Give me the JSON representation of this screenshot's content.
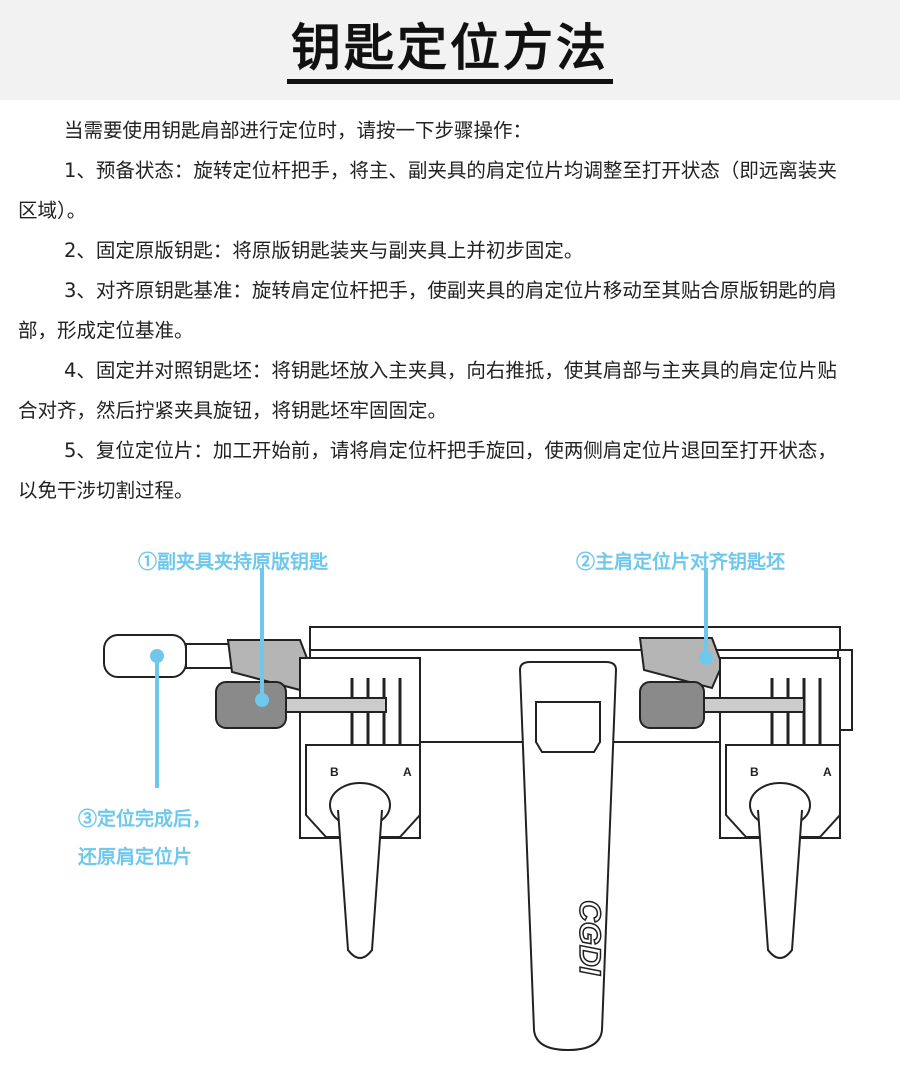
{
  "title": "钥匙定位方法",
  "intro": "当需要使用钥匙肩部进行定位时，请按一下步骤操作：",
  "steps": [
    "1、预备状态：旋转定位杆把手，将主、副夹具的肩定位片均调整至打开状态（即远离装夹区域）。",
    "2、固定原版钥匙：将原版钥匙装夹与副夹具上并初步固定。",
    "3、对齐原钥匙基准：旋转肩定位杆把手，使副夹具的肩定位片移动至其贴合原版钥匙的肩部，形成定位基准。",
    "4、固定并对照钥匙坯：将钥匙坯放入主夹具，向右推抵，使其肩部与主夹具的肩定位片贴合对齐，然后拧紧夹具旋钮，将钥匙坯牢固固定。",
    "5、复位定位片：加工开始前，请将肩定位杆把手旋回，使两侧肩定位片退回至打开状态，以免干涉切割过程。"
  ],
  "callouts": {
    "c1": "①副夹具夹持原版钥匙",
    "c2": "②主肩定位片对齐钥匙坯",
    "c3_line1": "③定位完成后，",
    "c3_line2": "还原肩定位片"
  },
  "device": {
    "brand": "CGDI",
    "mark_b": "B",
    "mark_a": "A"
  },
  "colors": {
    "accent": "#6fc8ec",
    "device_gray": "#b5b5b5",
    "key_dark": "#8a8a8a"
  }
}
